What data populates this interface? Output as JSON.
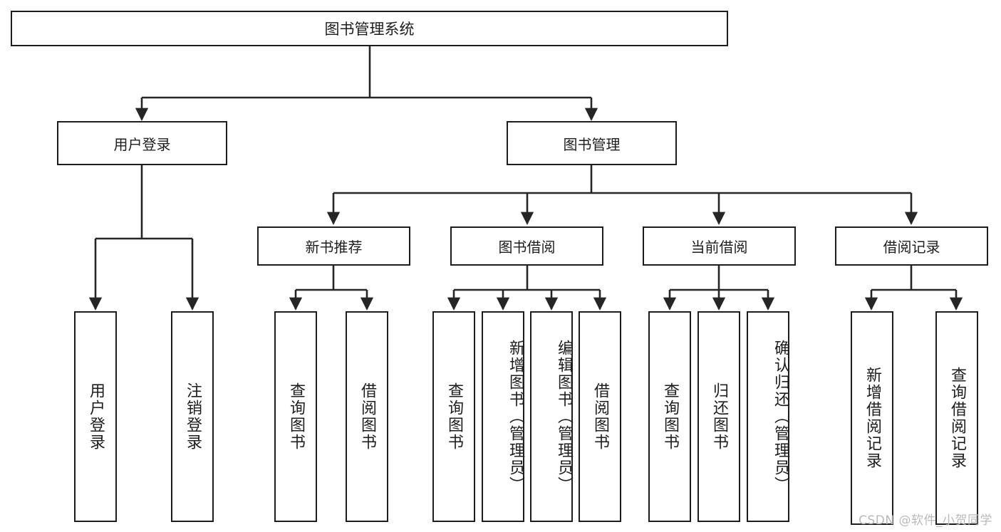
{
  "diagram": {
    "title": "图书管理系统",
    "type": "tree-hierarchy",
    "background_color": "#ffffff",
    "line_color": "#1d1d1d",
    "box_fill": "#ffffff",
    "root": {
      "id": "root",
      "label": "图书管理系统"
    },
    "level2": [
      {
        "id": "user-login",
        "label": "用户登录"
      },
      {
        "id": "book-manage",
        "label": "图书管理"
      }
    ],
    "level3": [
      {
        "id": "new-book-rec",
        "label": "新书推荐",
        "parent": "book-manage"
      },
      {
        "id": "book-borrow",
        "label": "图书借阅",
        "parent": "book-manage"
      },
      {
        "id": "current-borrow",
        "label": "当前借阅",
        "parent": "book-manage"
      },
      {
        "id": "borrow-record",
        "label": "借阅记录",
        "parent": "book-manage"
      }
    ],
    "leaves": [
      {
        "id": "leaf-user-login",
        "label": "用户登录",
        "parent": "user-login"
      },
      {
        "id": "leaf-user-logout",
        "label": "注销登录",
        "parent": "user-login"
      },
      {
        "id": "leaf-query-book-1",
        "label": "查询图书",
        "parent": "new-book-rec"
      },
      {
        "id": "leaf-borrow-book-1",
        "label": "借阅图书",
        "parent": "new-book-rec"
      },
      {
        "id": "leaf-query-book-2",
        "label": "查询图书",
        "parent": "book-borrow"
      },
      {
        "id": "leaf-add-book",
        "label": "新增图书（管理员）",
        "parent": "book-borrow"
      },
      {
        "id": "leaf-edit-book",
        "label": "编辑图书（管理员）",
        "parent": "book-borrow"
      },
      {
        "id": "leaf-borrow-book-2",
        "label": "借阅图书",
        "parent": "book-borrow"
      },
      {
        "id": "leaf-query-book-3",
        "label": "查询图书",
        "parent": "current-borrow"
      },
      {
        "id": "leaf-return-book",
        "label": "归还图书",
        "parent": "current-borrow"
      },
      {
        "id": "leaf-confirm-return",
        "label": "确认归还（管理员）",
        "parent": "current-borrow"
      },
      {
        "id": "leaf-add-record",
        "label": "新增借阅记录",
        "parent": "borrow-record"
      },
      {
        "id": "leaf-query-record",
        "label": "查询借阅记录",
        "parent": "borrow-record"
      }
    ],
    "watermark": "CSDN @软件_小贺同学"
  }
}
